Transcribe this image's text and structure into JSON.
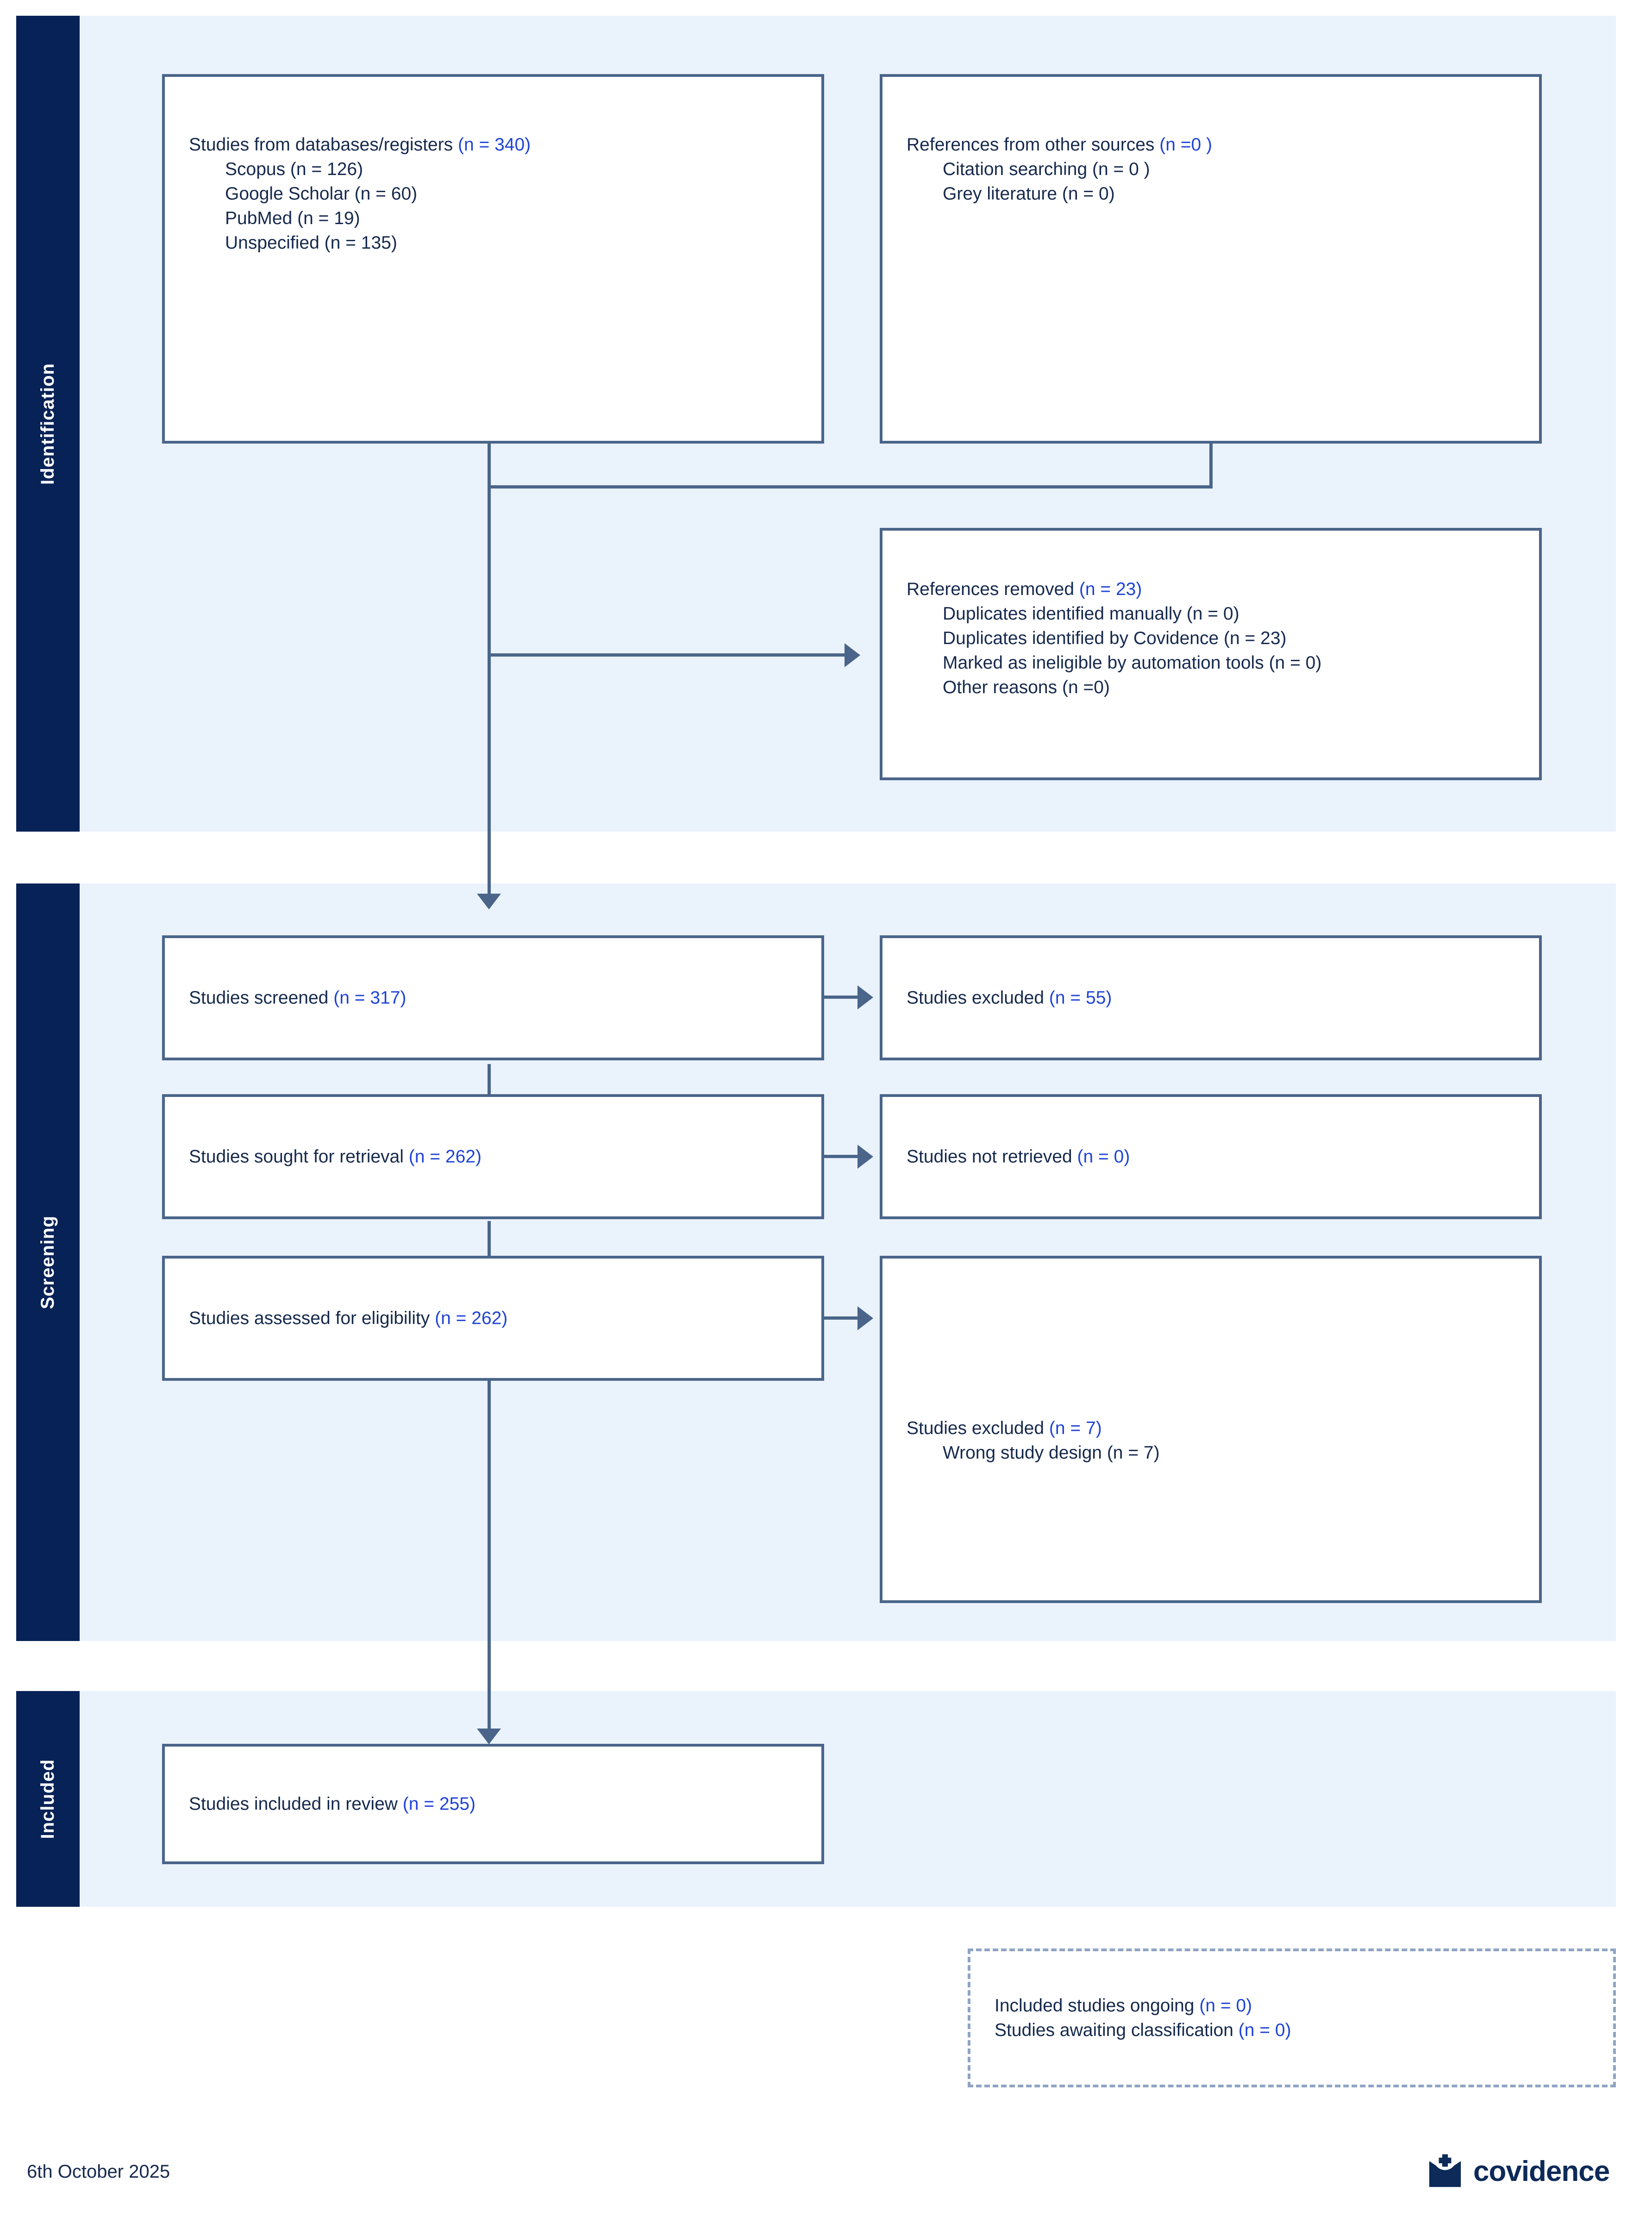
{
  "colors": {
    "stage_bar": "#072257",
    "band": "#eaf2fc",
    "box_border": "#4a6589",
    "text": "#16294d",
    "count_accent": "#1f43d6",
    "logo": "#0d2a58"
  },
  "stages": [
    {
      "id": "identification",
      "label": "Identification"
    },
    {
      "id": "screening",
      "label": "Screening"
    },
    {
      "id": "included",
      "label": "Included"
    }
  ],
  "boxes": {
    "databases": {
      "title": "Studies from databases/registers (n = 340)",
      "title_main": "Studies from databases/registers ",
      "title_count": "(n = 340)",
      "items": [
        {
          "label": "Scopus ",
          "count": "(n = 126)"
        },
        {
          "label": "Google Scholar ",
          "count": "(n = 60)"
        },
        {
          "label": "PubMed ",
          "count": "(n = 19)"
        },
        {
          "label": "Unspecified ",
          "count": "(n = 135)"
        }
      ]
    },
    "other_sources": {
      "title_main": "References from other sources ",
      "title_count": "(n =0 )",
      "items": [
        {
          "label": "Citation searching ",
          "count": "(n = 0 )"
        },
        {
          "label": "Grey literature ",
          "count": "(n = 0)"
        }
      ]
    },
    "removed": {
      "title_main": "References removed ",
      "title_count": "(n = 23)",
      "items": [
        {
          "label": "Duplicates identified manually ",
          "count": "(n = 0)"
        },
        {
          "label": "Duplicates identified by Covidence ",
          "count": "(n = 23)"
        },
        {
          "label": "Marked as ineligible by automation tools ",
          "count": "(n = 0)"
        },
        {
          "label": "Other reasons ",
          "count": "(n =0)"
        }
      ]
    },
    "screened": {
      "title_main": "Studies screened ",
      "title_count": "(n = 317)"
    },
    "screened_excluded": {
      "title_main": "Studies excluded ",
      "title_count": "(n = 55)"
    },
    "sought": {
      "title_main": "Studies sought for retrieval ",
      "title_count": "(n = 262)"
    },
    "not_retrieved": {
      "title_main": "Studies not retrieved ",
      "title_count": "(n = 0)"
    },
    "eligibility": {
      "title_main": "Studies assessed for eligibility ",
      "title_count": "(n = 262)"
    },
    "eligibility_excluded": {
      "title_main": "Studies excluded ",
      "title_count": "(n = 7)",
      "items": [
        {
          "label": "Wrong study design ",
          "count": "(n = 7)"
        }
      ]
    },
    "included_review": {
      "title_main": "Studies included in review ",
      "title_count": "(n = 255)"
    },
    "ongoing": {
      "lines": [
        {
          "label": "Included studies ongoing ",
          "count": "(n = 0)"
        },
        {
          "label": "Studies awaiting classification ",
          "count": "(n = 0)"
        }
      ]
    }
  },
  "footer": {
    "date": "6th October 2025",
    "logo_text": "covidence"
  }
}
